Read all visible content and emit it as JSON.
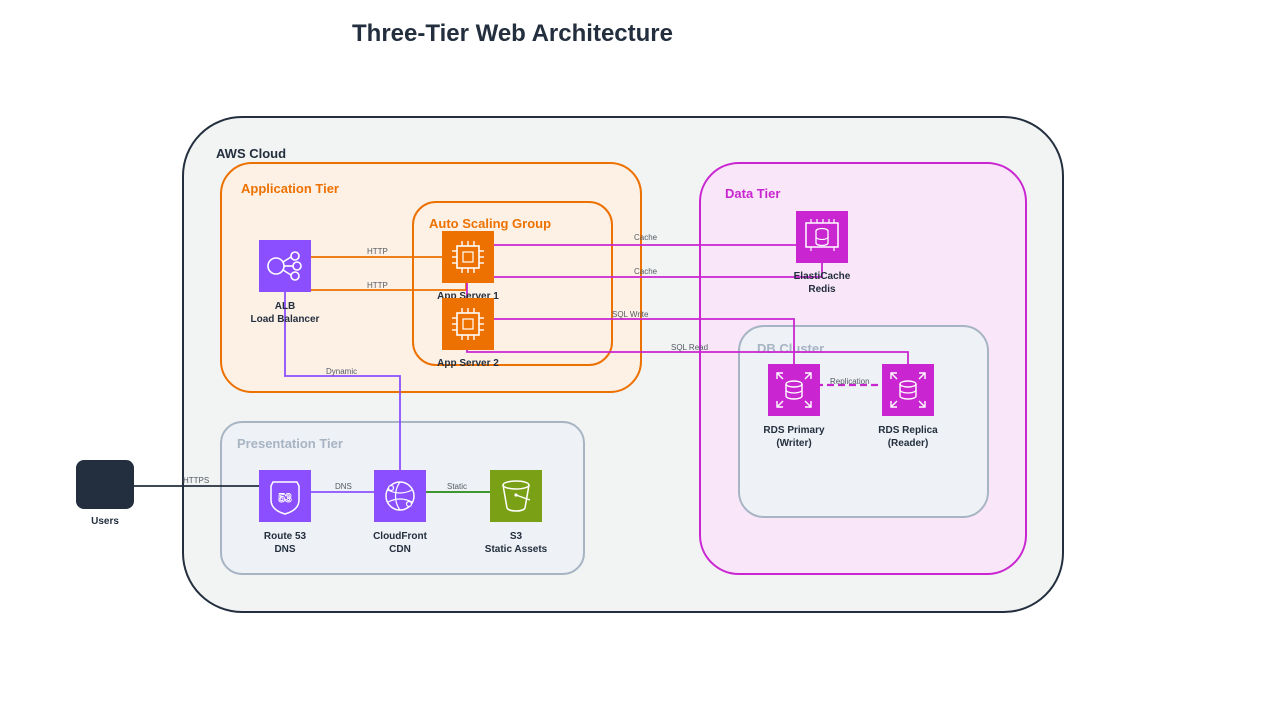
{
  "diagram": {
    "title": "Three-Tier Web Architecture",
    "colors": {
      "compute": "#ed7100",
      "network": "#8c4fff",
      "storage": "#7aa116",
      "database": "#c925d1",
      "dark": "#232f3e",
      "presentation_border": "#a7b4c4"
    },
    "groups": {
      "aws_cloud": "AWS Cloud",
      "application_tier": "Application Tier",
      "auto_scaling_group": "Auto Scaling Group",
      "presentation_tier": "Presentation Tier",
      "data_tier": "Data Tier",
      "db_cluster": "DB Cluster"
    },
    "nodes": {
      "users": {
        "line1": "Users",
        "icon": "user-icon"
      },
      "alb": {
        "line1": "ALB",
        "line2": "Load Balancer",
        "icon": "load-balancer-icon"
      },
      "app1": {
        "line1": "App Server 1",
        "icon": "ec2-instance-icon"
      },
      "app2": {
        "line1": "App Server 2",
        "icon": "ec2-instance-icon"
      },
      "elasticache": {
        "line1": "ElastiCache",
        "line2": "Redis",
        "icon": "elasticache-icon"
      },
      "rds_primary": {
        "line1": "RDS Primary",
        "line2": "(Writer)",
        "icon": "rds-icon"
      },
      "rds_replica": {
        "line1": "RDS Replica",
        "line2": "(Reader)",
        "icon": "rds-icon"
      },
      "route53": {
        "line1": "Route 53",
        "line2": "DNS",
        "icon": "route53-icon"
      },
      "cloudfront": {
        "line1": "CloudFront",
        "line2": "CDN",
        "icon": "cloudfront-icon"
      },
      "s3": {
        "line1": "S3",
        "line2": "Static Assets",
        "icon": "s3-bucket-icon"
      }
    },
    "edges": {
      "users_route53": "HTTPS",
      "route53_cloudfront": "DNS",
      "cloudfront_s3": "Static",
      "cloudfront_alb": "Dynamic",
      "alb_app1": "HTTP",
      "alb_app2": "HTTP",
      "app1_cache": "Cache",
      "app2_cache": "Cache",
      "app_primary": "SQL Write",
      "app_replica": "SQL Read",
      "replication": "Replication"
    }
  }
}
